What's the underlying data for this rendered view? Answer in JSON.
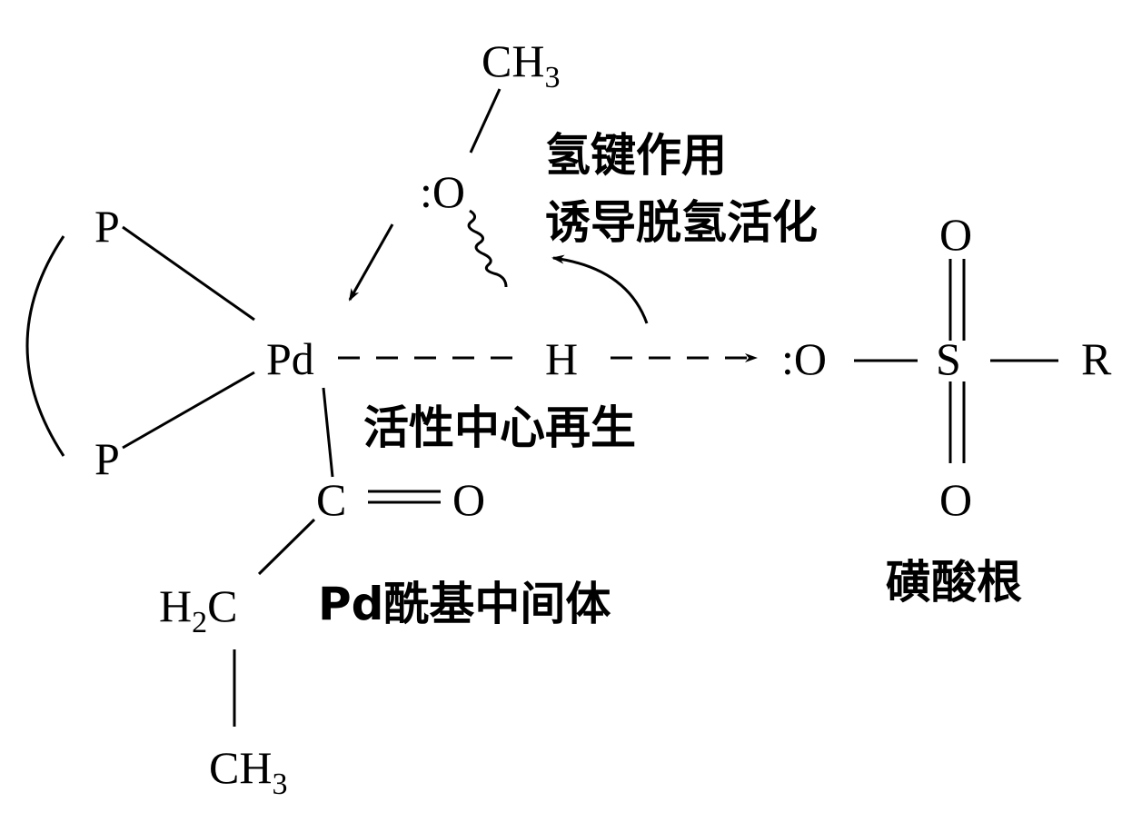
{
  "atoms": {
    "methyl_top": "CH",
    "methyl_top_sub": "3",
    "oxygen_lone_pair": ":O",
    "phosphorus_top": "P",
    "phosphorus_bottom": "P",
    "palladium": "Pd",
    "hydrogen": "H",
    "sulfonate_oxygen": ":O",
    "sulfur": "S",
    "r_group": "R",
    "sulfonyl_o_top": "O",
    "sulfonyl_o_bottom": "O",
    "carbonyl_c": "C",
    "carbonyl_o": "O",
    "methylene": "H",
    "methylene_sub": "2",
    "methylene_c": "C",
    "methyl_bottom": "CH",
    "methyl_bottom_sub": "3"
  },
  "labels": {
    "hbond_line1": "氢键作用",
    "hbond_line2": "诱导脱氢活化",
    "regeneration": "活性中心再生",
    "acyl_intermediate": "Pd酰基中间体",
    "sulfonate": "磺酸根"
  }
}
